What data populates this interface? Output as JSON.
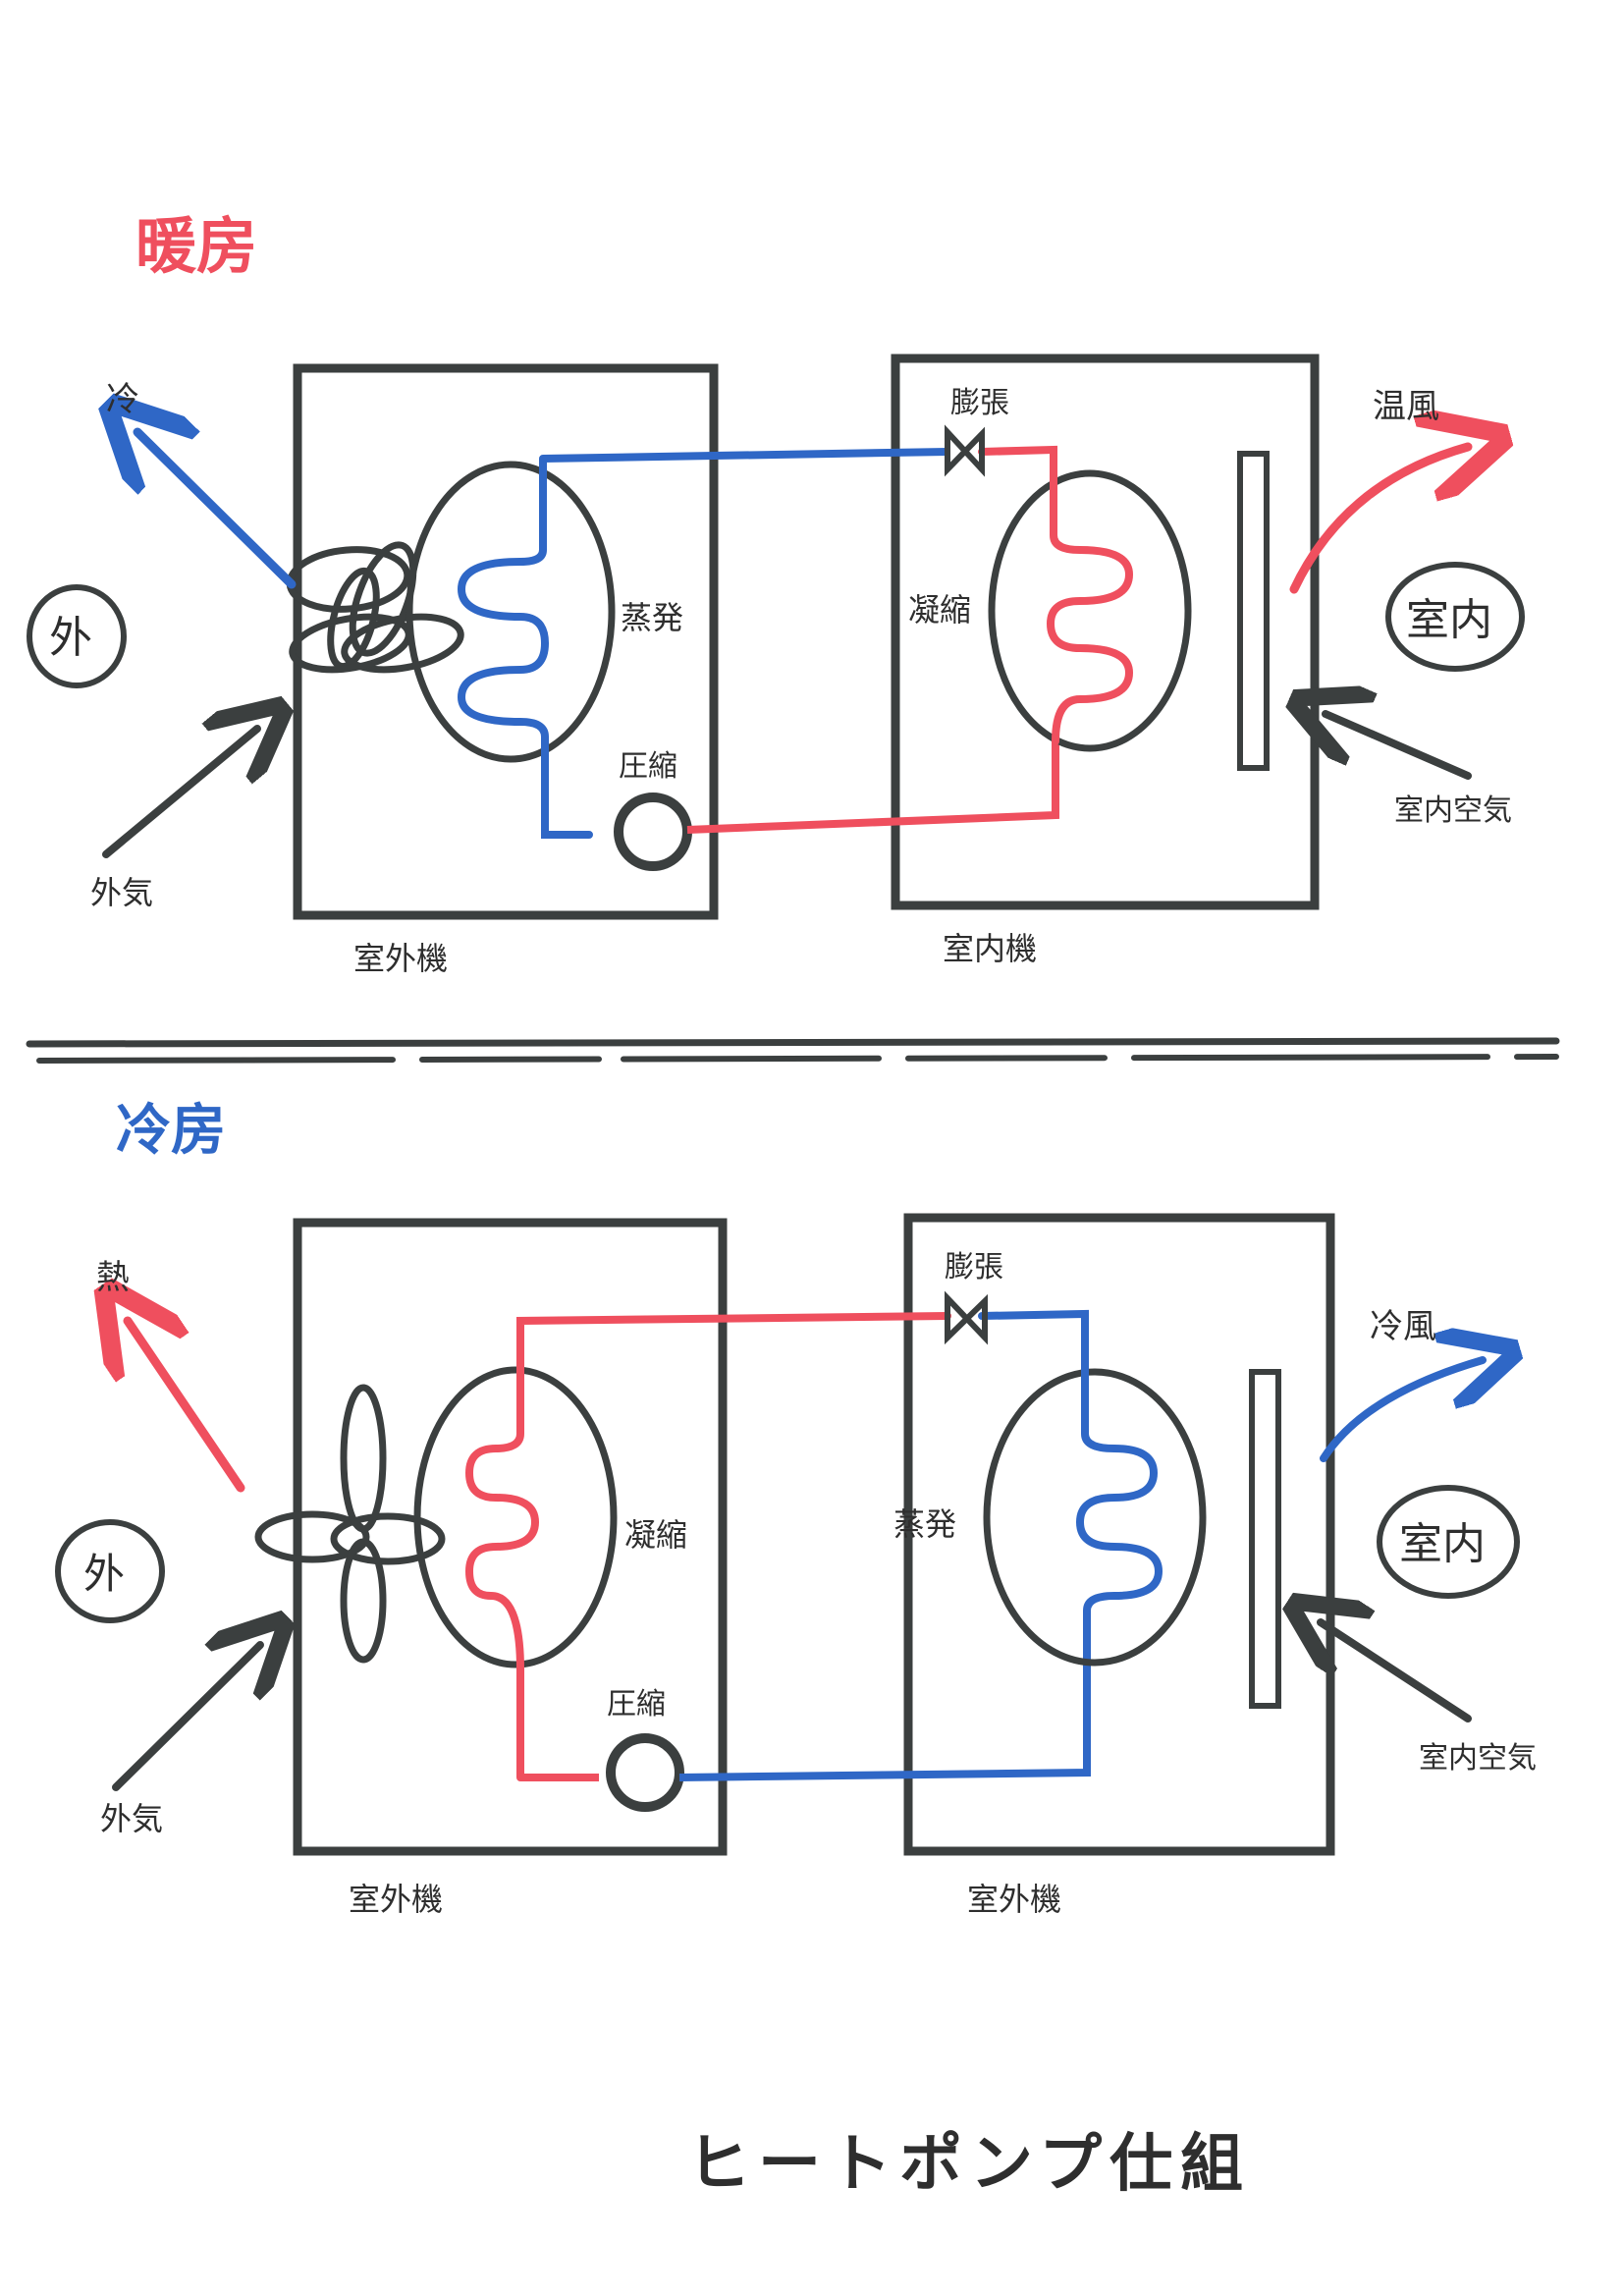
{
  "colors": {
    "hot": "#ef4f5e",
    "cold": "#2f67c6",
    "ink": "#3b3f3f",
    "text": "#2e2e2e"
  },
  "heating": {
    "title": "暖房",
    "outside_exhaust": "冷",
    "outside_circle": "外",
    "outside_air": "外気",
    "evaporator": "蒸発",
    "compressor": "圧縮",
    "outdoor_unit": "室外機",
    "expansion": "膨張",
    "condenser": "凝縮",
    "indoor_output": "温風",
    "indoor_circle": "室内",
    "indoor_air": "室内空気",
    "indoor_unit": "室内機"
  },
  "cooling": {
    "title": "冷房",
    "outside_exhaust": "熱",
    "outside_circle": "外",
    "outside_air": "外気",
    "condenser": "凝縮",
    "compressor": "圧縮",
    "outdoor_unit": "室外機",
    "expansion": "膨張",
    "evaporator": "蒸発",
    "indoor_output": "冷風",
    "indoor_circle": "室内",
    "indoor_air": "室内空気",
    "indoor_unit": "室外機"
  },
  "footer": {
    "title": "ヒートポンプ仕組"
  }
}
